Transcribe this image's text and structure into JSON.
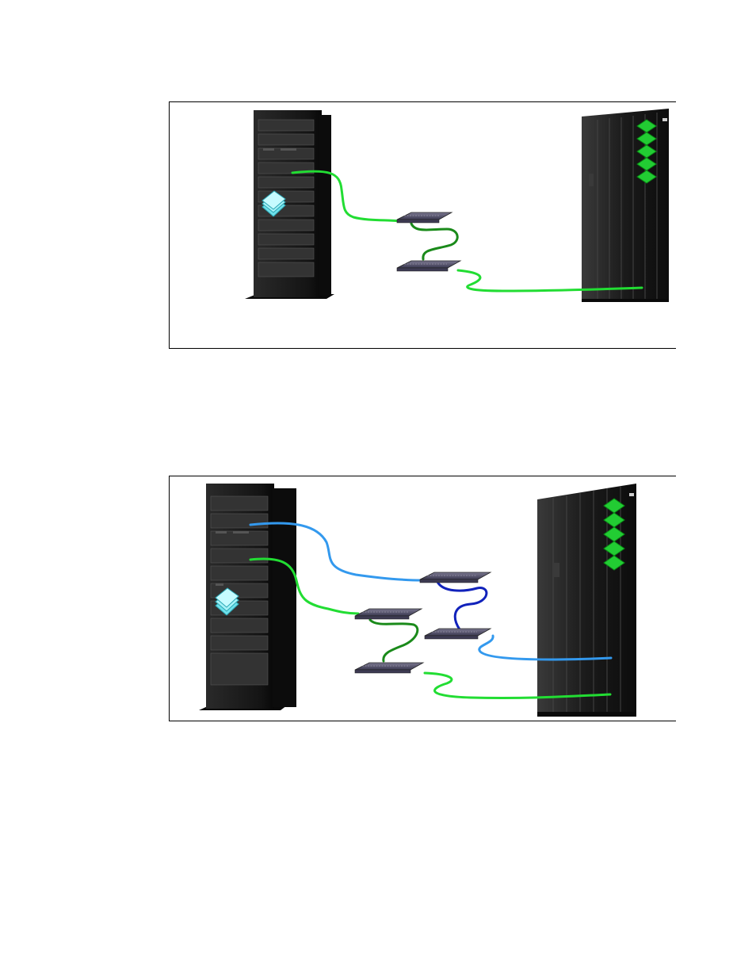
{
  "colors": {
    "cable_green_light": "#22dd33",
    "cable_green_dark": "#1a8a1a",
    "cable_blue_light": "#3399ee",
    "cable_blue_dark": "#1122bb",
    "rack_body": "#1c1c1c",
    "switch_body": "#4a4860",
    "drawer_icon": "#6fe0ea",
    "logo_green": "#22cc33"
  },
  "icons": {
    "server_rack": "server-rack-icon",
    "mainframe": "mainframe-icon",
    "switch": "network-switch-icon",
    "drawer": "storage-drawer-icon",
    "stack_logo": "stacked-logo-icon"
  },
  "figures": [
    {
      "id": "fig1",
      "switch_count": 2,
      "path_count": 1
    },
    {
      "id": "fig2",
      "switch_count": 4,
      "path_count": 2
    }
  ]
}
